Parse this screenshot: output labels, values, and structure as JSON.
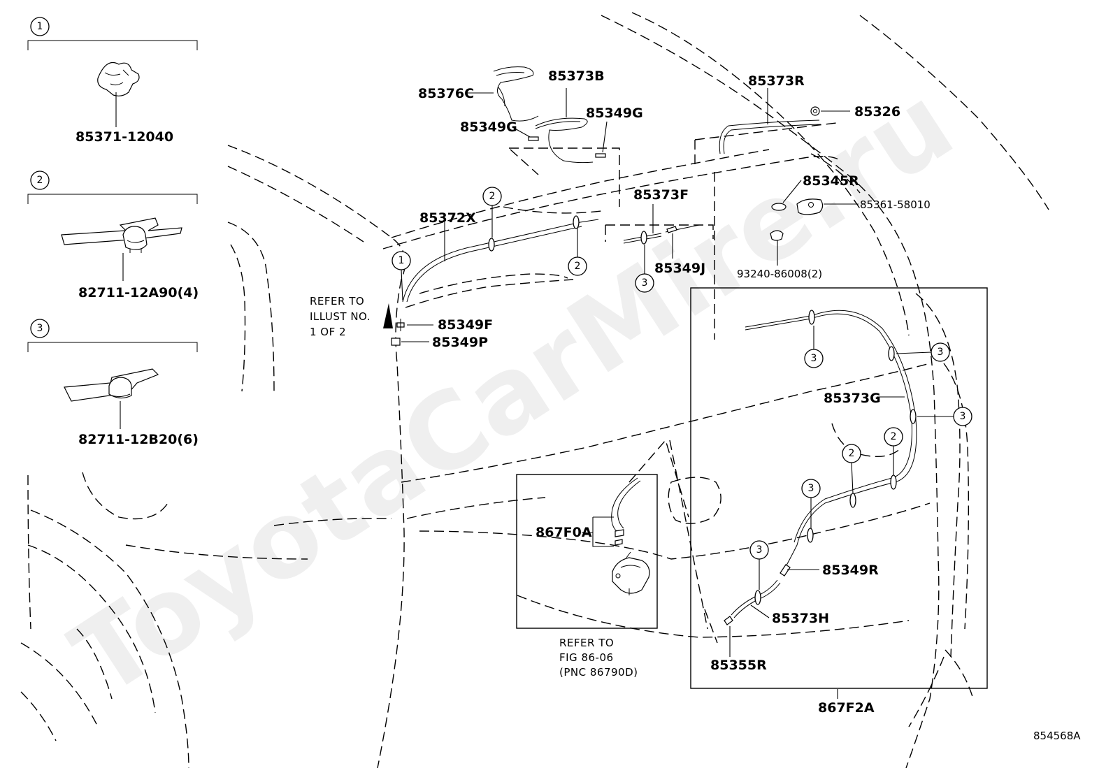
{
  "watermark": "ToyotaCarMire.ru",
  "figure_code": "854568A",
  "legend": [
    {
      "marker": "1",
      "part_no": "85371-12040"
    },
    {
      "marker": "2",
      "part_no": "82711-12A90(4)"
    },
    {
      "marker": "3",
      "part_no": "82711-12B20(6)"
    }
  ],
  "labels": {
    "p85376C": "85376C",
    "p85373B": "85373B",
    "p85349G_a": "85349G",
    "p85349G_b": "85349G",
    "p85373R": "85373R",
    "p85326": "85326",
    "p85345R": "85345R",
    "p85361": "85361-58010",
    "p93240": "93240-86008(2)",
    "p85372X": "85372X",
    "p85373F": "85373F",
    "p85349J": "85349J",
    "p85349F": "85349F",
    "p85349P": "85349P",
    "p85373G": "85373G",
    "p85349R": "85349R",
    "p85373H": "85373H",
    "p85355R": "85355R",
    "p867F0A": "867F0A",
    "p867F2A": "867F2A"
  },
  "refer_illust": {
    "line1": "REFER TO",
    "line2": "ILLUST NO.",
    "line3": "1 OF 2"
  },
  "refer_fig": {
    "line1": "REFER TO",
    "line2": "FIG 86-06",
    "line3": "(PNC 86790D)"
  },
  "markers": {
    "one": "1",
    "two": "2",
    "three": "3"
  }
}
